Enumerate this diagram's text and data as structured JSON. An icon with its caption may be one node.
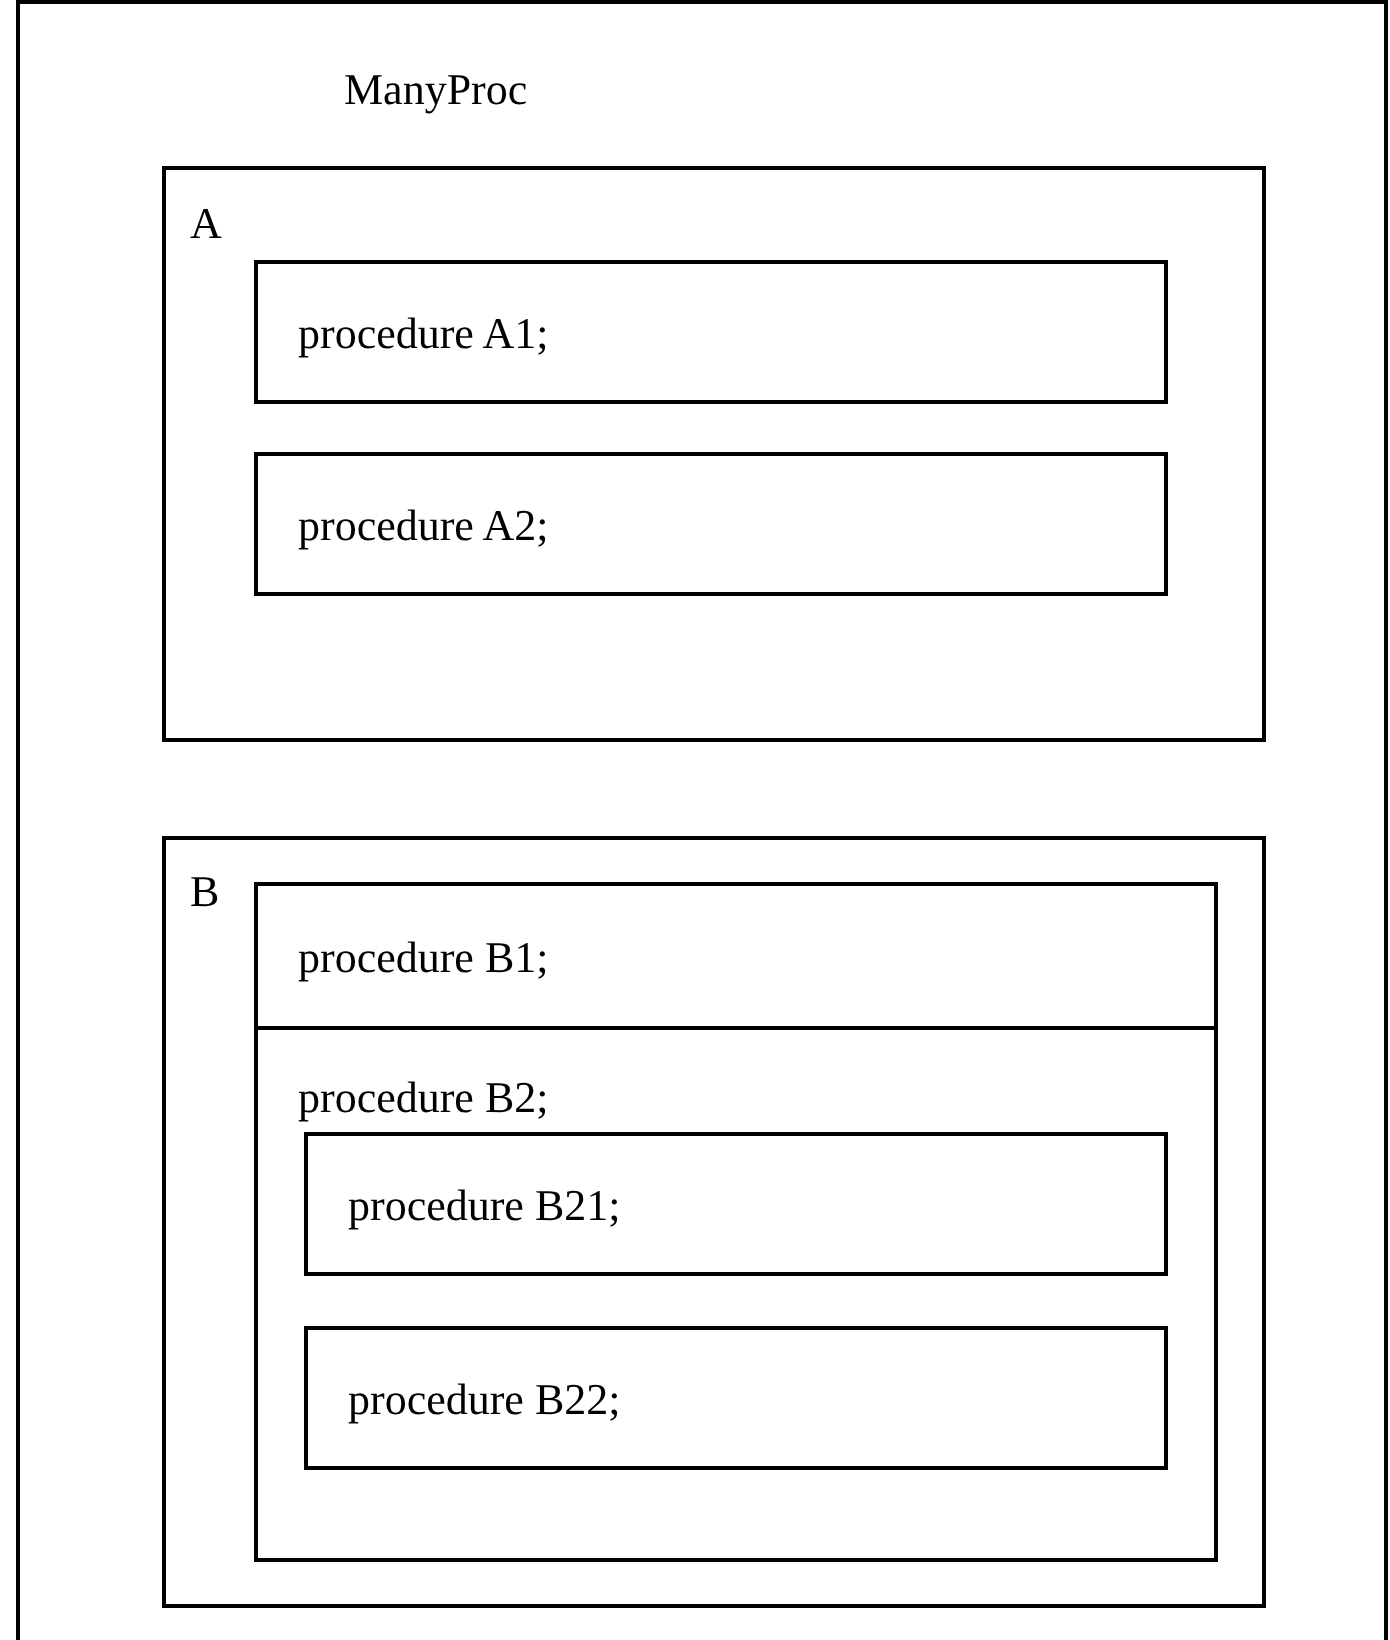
{
  "diagram": {
    "nodes": [
      {
        "text": [
          "ManyProc"
        ]
      },
      {
        "text": [
          "A"
        ],
        "in": 0
      },
      {
        "text": [
          "procedure A1;"
        ],
        "in": 1
      },
      {
        "text": [
          "procedure A2;"
        ],
        "in": 1
      },
      {
        "text": [
          "B"
        ],
        "in": 0
      },
      {
        "text": [
          "procedure B1;"
        ],
        "in": 4
      },
      {
        "text": [
          "procedure B2;"
        ],
        "in": 4
      },
      {
        "text": [
          "procedure B21;"
        ],
        "in": 6
      },
      {
        "text": [
          "procedure B22;"
        ],
        "in": 6
      }
    ]
  }
}
